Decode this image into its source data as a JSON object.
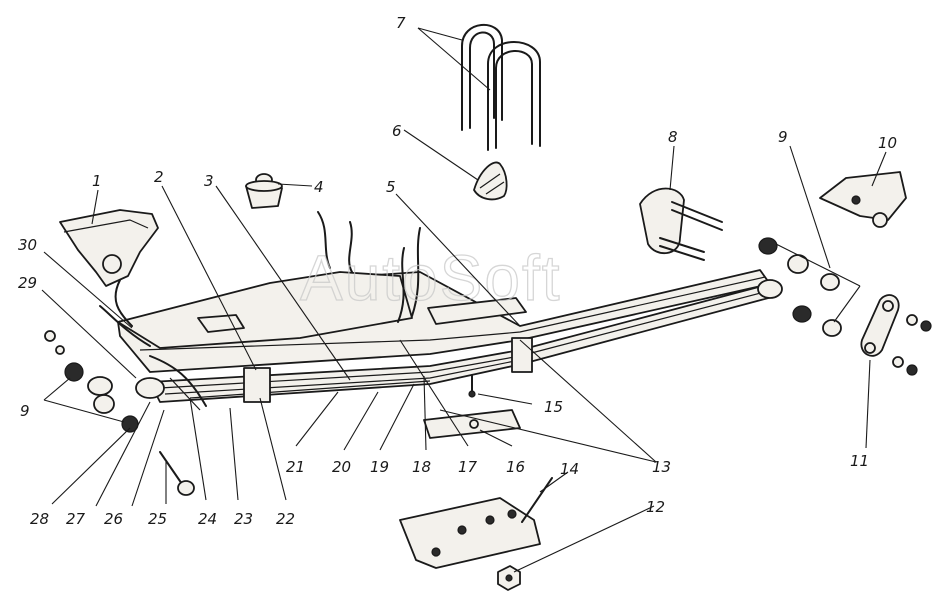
{
  "watermark": "AutoSoft",
  "callouts": {
    "c1": "1",
    "c2": "2",
    "c3": "3",
    "c4": "4",
    "c5": "5",
    "c6": "6",
    "c7": "7",
    "c8": "8",
    "c9a": "9",
    "c9b": "9",
    "c10": "10",
    "c11": "11",
    "c12": "12",
    "c13": "13",
    "c14": "14",
    "c15": "15",
    "c16": "16",
    "c17": "17",
    "c18": "18",
    "c19": "19",
    "c20": "20",
    "c21": "21",
    "c22": "22",
    "c23": "23",
    "c24": "24",
    "c25": "25",
    "c26": "26",
    "c27": "27",
    "c28": "28",
    "c29": "29",
    "c30": "30"
  },
  "colors": {
    "ink": "#1a1a1a",
    "paper": "#ffffff",
    "watermark": "#c9c9c9"
  }
}
